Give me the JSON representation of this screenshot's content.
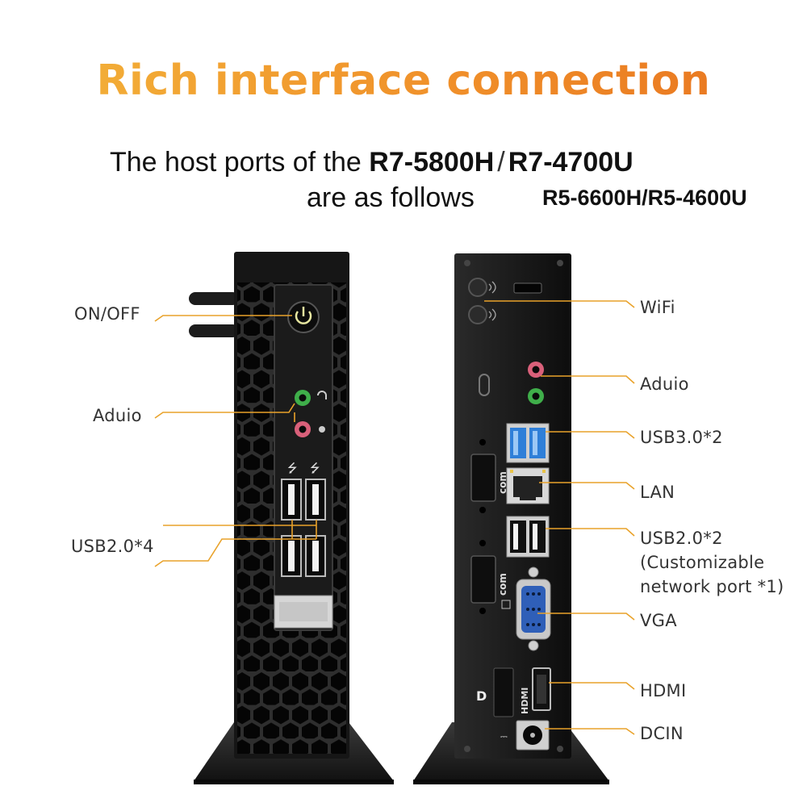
{
  "headline": "Rich interface connection",
  "subheadline": {
    "line1_prefix": "The host ports of the",
    "model_a": "R7-5800H",
    "separator": "/",
    "model_b": "R7-4700U",
    "line2": "are as follows",
    "models_line2": "R5-6600H/R5-4600U"
  },
  "front_labels": {
    "onoff": "ON/OFF",
    "audio": "Aduio",
    "usb20": "USB2.0*4"
  },
  "rear_labels": {
    "wifi": "WiFi",
    "audio": "Aduio",
    "usb30": "USB3.0*2",
    "lan": "LAN",
    "usb20_line1": "USB2.0*2",
    "usb20_line2": "(Customizable",
    "usb20_line3": "network port *1)",
    "vga": "VGA",
    "hdmi": "HDMI",
    "dcin": "DCIN"
  },
  "device_markings": {
    "com": "com",
    "hdmi": "HDMI"
  },
  "colors": {
    "callout_line": "#e9a22a",
    "chassis": "#1a1a1a",
    "usb3_blue": "#2f7fd8",
    "vga_blue": "#2f5fb8",
    "audio_green": "#3fae4a",
    "audio_pink": "#d9607a"
  }
}
